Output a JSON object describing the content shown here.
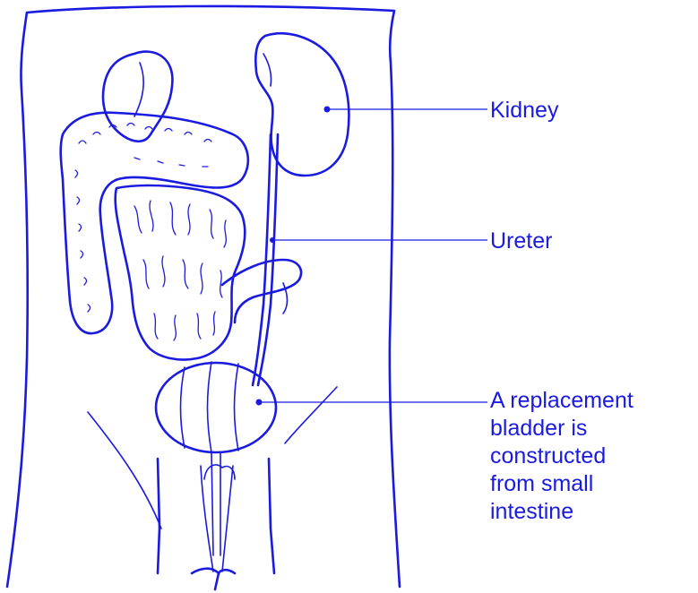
{
  "labels": {
    "kidney": "Kidney",
    "ureter": "Ureter",
    "bladder": {
      "line1": "A replacement",
      "line2": "bladder is",
      "line3": "constructed",
      "line4": "from small",
      "line5": "intestine"
    }
  },
  "colors": {
    "ink": "#1a1ae0",
    "background": "#ffffff"
  }
}
